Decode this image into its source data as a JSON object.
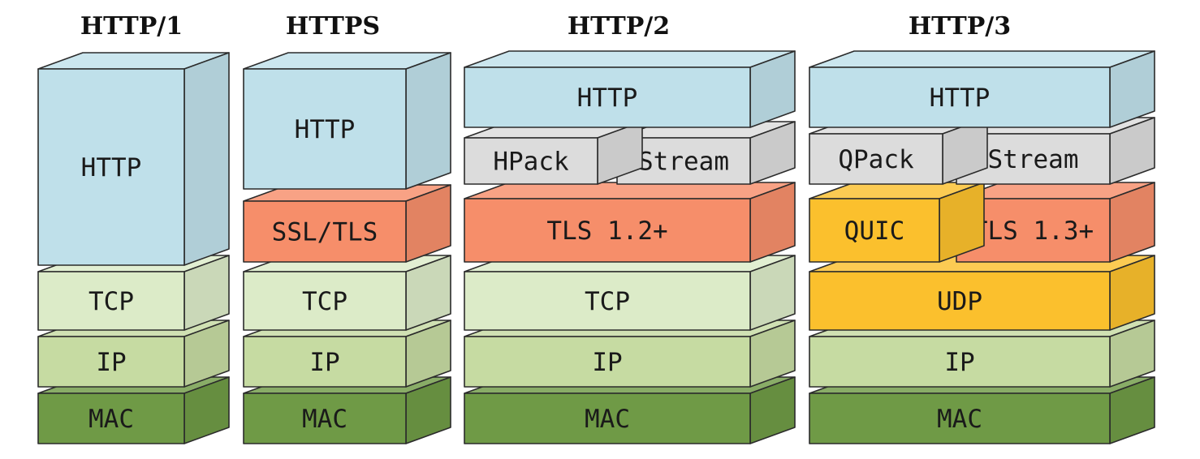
{
  "colors": {
    "http": "#bfe0ea",
    "tls": "#f68e6a",
    "gray": "#dcdcdc",
    "quic": "#fbc02d",
    "tcp": "#dcebc8",
    "ip": "#c6dba2",
    "mac": "#6f9a46"
  },
  "columns": [
    {
      "title": "HTTP/1",
      "blocks": [
        {
          "label": "HTTP",
          "color": "http"
        },
        {
          "label": "TCP",
          "color": "tcp"
        },
        {
          "label": "IP",
          "color": "ip"
        },
        {
          "label": "MAC",
          "color": "mac"
        }
      ]
    },
    {
      "title": "HTTPS",
      "blocks": [
        {
          "label": "HTTP",
          "color": "http"
        },
        {
          "label": "SSL/TLS",
          "color": "tls"
        },
        {
          "label": "TCP",
          "color": "tcp"
        },
        {
          "label": "IP",
          "color": "ip"
        },
        {
          "label": "MAC",
          "color": "mac"
        }
      ]
    },
    {
      "title": "HTTP/2",
      "blocks": [
        {
          "label": "HTTP",
          "color": "http"
        },
        {
          "label": "HPack",
          "color": "gray"
        },
        {
          "label": "Stream",
          "color": "gray"
        },
        {
          "label": "TLS 1.2+",
          "color": "tls"
        },
        {
          "label": "TCP",
          "color": "tcp"
        },
        {
          "label": "IP",
          "color": "ip"
        },
        {
          "label": "MAC",
          "color": "mac"
        }
      ]
    },
    {
      "title": "HTTP/3",
      "blocks": [
        {
          "label": "HTTP",
          "color": "http"
        },
        {
          "label": "QPack",
          "color": "gray"
        },
        {
          "label": "Stream",
          "color": "gray"
        },
        {
          "label": "QUIC",
          "color": "quic"
        },
        {
          "label": "TLS 1.3+",
          "color": "tls"
        },
        {
          "label": "UDP",
          "color": "quic"
        },
        {
          "label": "IP",
          "color": "ip"
        },
        {
          "label": "MAC",
          "color": "mac"
        }
      ]
    }
  ]
}
